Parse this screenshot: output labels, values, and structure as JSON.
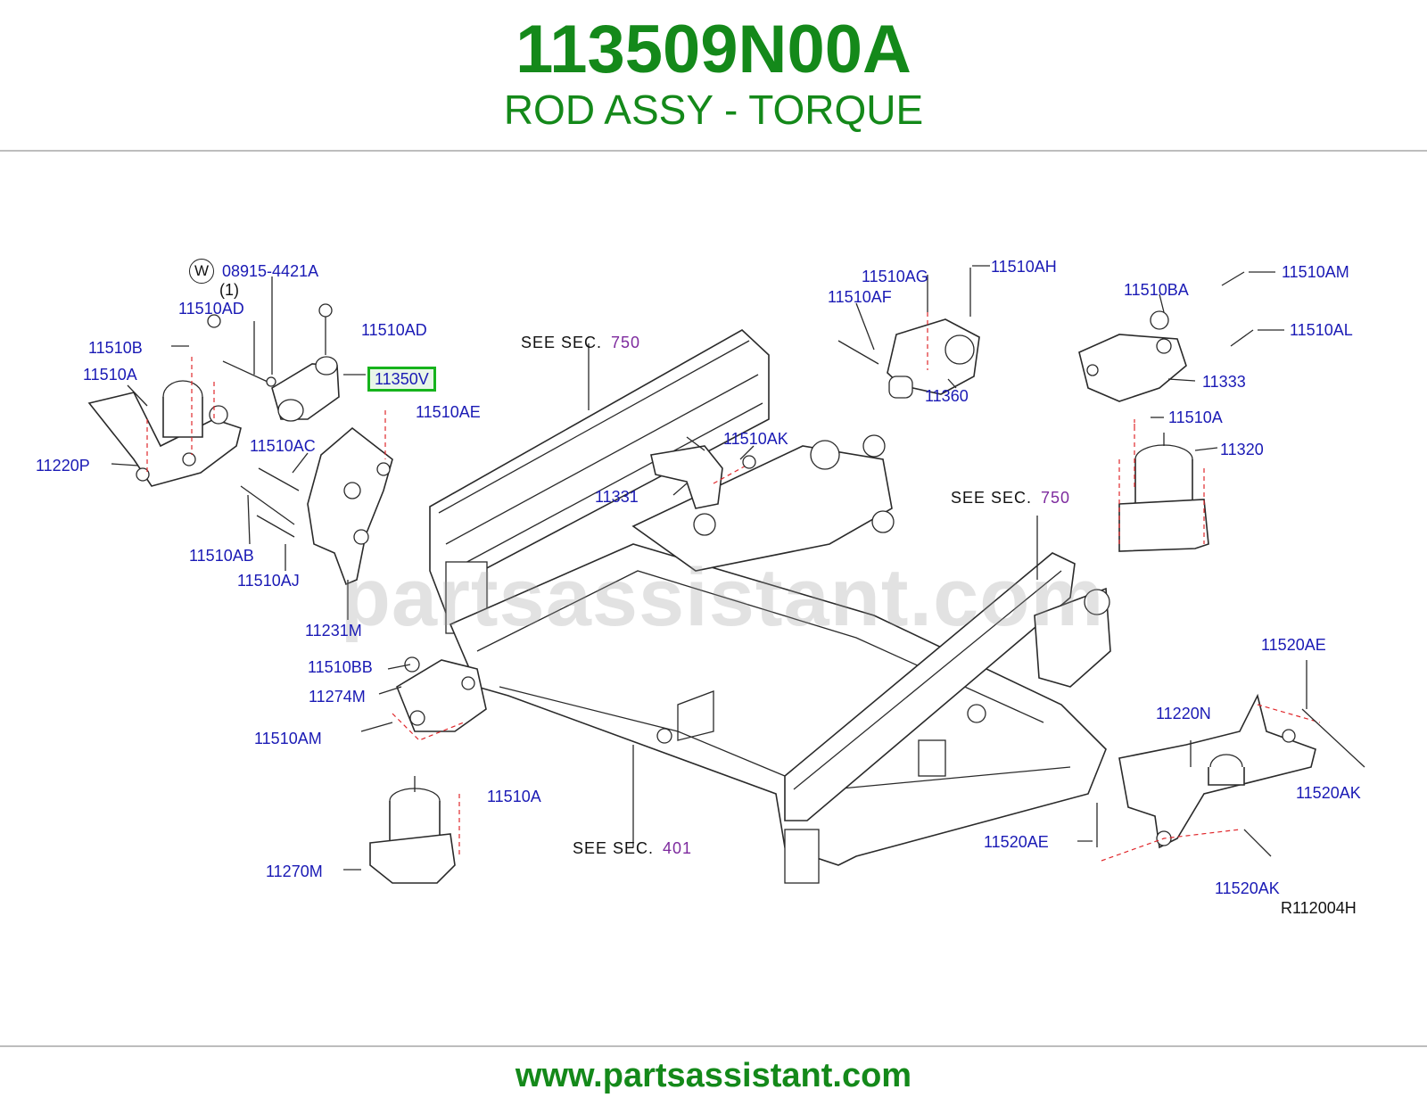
{
  "header": {
    "part_number": "113509N00A",
    "part_name": "ROD ASSY - TORQUE"
  },
  "footer": {
    "url": "www.partsassistant.com"
  },
  "diagram": {
    "watermark": "partsassistant.com",
    "drawing_code": "R112004H",
    "highlight_color": "#16b31c",
    "label_color": "#1a1ab5",
    "title_color": "#14891a",
    "w_symbol": "W",
    "quantity_note": "(1)",
    "see_sections": [
      {
        "text": "SEE  SEC.",
        "number": "750"
      },
      {
        "text": "SEE  SEC.",
        "number": "750"
      },
      {
        "text": "SEE  SEC.",
        "number": "401"
      }
    ],
    "labels": {
      "p08915": "08915-4421A",
      "p11510AD_a": "11510AD",
      "p11510AD_b": "11510AD",
      "p11510B": "11510B",
      "p11510A_a": "11510A",
      "p11350V": "11350V",
      "p11510AE": "11510AE",
      "p11220P": "11220P",
      "p11510AC": "11510AC",
      "p11510AB": "11510AB",
      "p11510AJ": "11510AJ",
      "p11231M": "11231M",
      "p11510BB": "11510BB",
      "p11274M": "11274M",
      "p11510AM_a": "11510AM",
      "p11270M": "11270M",
      "p11510A_b": "11510A",
      "p11510AG": "11510AG",
      "p11510AF": "11510AF",
      "p11510AH": "11510AH",
      "p11360": "11360",
      "p11510AK": "11510AK",
      "p11331": "11331",
      "p11510BA": "11510BA",
      "p11510AM_b": "11510AM",
      "p11510AL": "11510AL",
      "p11333": "11333",
      "p11510A_c": "11510A",
      "p11320": "11320",
      "p11520AE_a": "11520AE",
      "p11220N": "11220N",
      "p11520AK_a": "11520AK",
      "p11520AE_b": "11520AE",
      "p11520AK_b": "11520AK"
    }
  }
}
